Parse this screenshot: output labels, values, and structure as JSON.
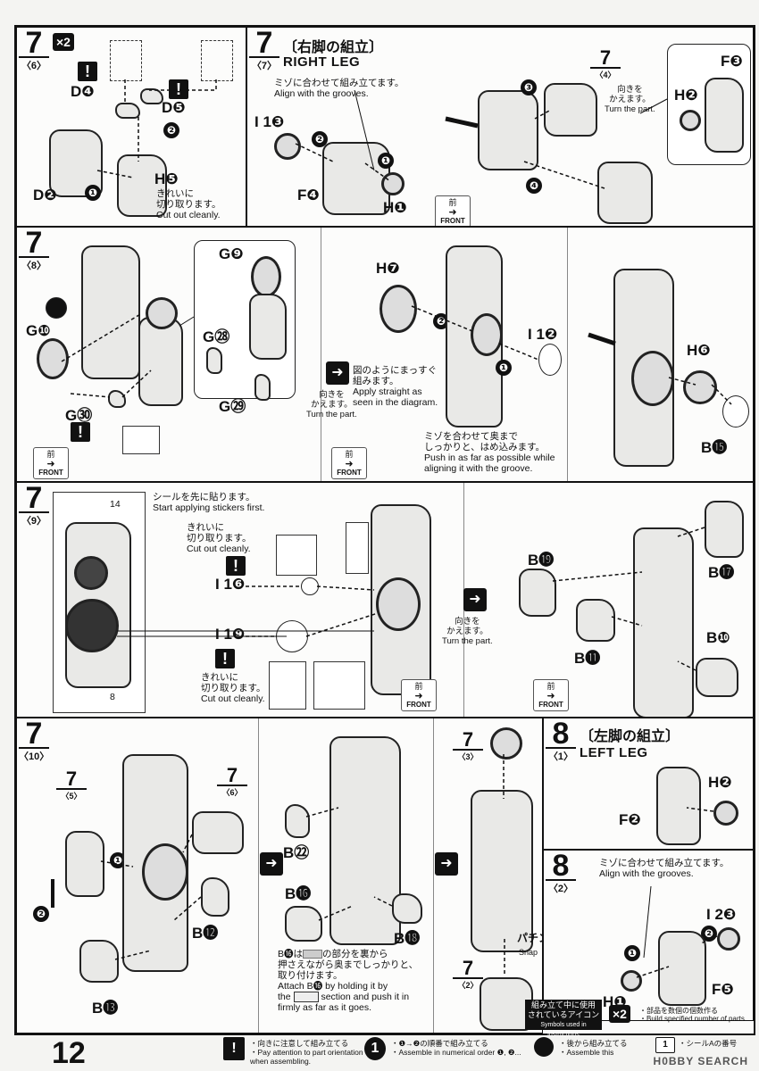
{
  "page_number": "12",
  "watermark": "H0BBY SEARCH",
  "marks": {
    "caution": "!",
    "snap_jp": "パチン",
    "snap_en": "Snap",
    "arrow_right": "➜"
  },
  "front": {
    "jp": "前",
    "en": "FRONT"
  },
  "turn": {
    "jp_line1": "向きを",
    "jp_line2": "かえます。",
    "en": "Turn the part."
  },
  "cut_clean": {
    "jp_line1": "きれいに",
    "jp_line2": "切り取ります。",
    "en": "Cut out cleanly."
  },
  "grooves": {
    "jp": "ミゾに合わせて組み立てます。",
    "en": "Align with the grooves."
  },
  "step7_6": {
    "num": "7",
    "sub": "〈6〉",
    "badge": "×2",
    "labels": {
      "d4": "D❹",
      "d5": "D❺",
      "h5": "H❺",
      "d2": "D❷"
    },
    "badges": {
      "one": "❶",
      "two": "❷"
    }
  },
  "step7_7": {
    "num": "7",
    "sub": "〈7〉",
    "title_jp": "〔右脚の組立〕",
    "title_en": "RIGHT LEG",
    "labels": {
      "i13": "I 1❸",
      "f4": "F❹",
      "h1": "H❶",
      "f3": "F❸",
      "h2": "H❷"
    },
    "ref_num": "7",
    "ref_sub": "〈4〉",
    "badges": {
      "one": "❶",
      "two": "❷",
      "three": "❸",
      "four": "❹"
    }
  },
  "step7_8": {
    "num": "7",
    "sub": "〈8〉",
    "labels": {
      "g9": "G❾",
      "g28": "G㉘",
      "g29": "G㉙",
      "g10": "G❿",
      "g30": "G㉚",
      "h7": "H❼",
      "i12": "I 1❷",
      "h6": "H❻",
      "b15": "B⓯"
    },
    "note_straight": {
      "jp_line1": "図のようにまっすぐ",
      "jp_line2": "組みます。",
      "en_line1": "Apply straight as",
      "en_line2": "seen in the diagram."
    },
    "note_push": {
      "jp_line1": "ミゾを合わせて奥まで",
      "jp_line2": "しっかりと、はめ込みます。",
      "en_line1": "Push in as far as possible while",
      "en_line2": "aligning it with the groove."
    },
    "badges": {
      "one": "❶",
      "two": "❷"
    }
  },
  "step7_9": {
    "num": "7",
    "sub": "〈9〉",
    "sticker_note": {
      "jp": "シールを先に貼ります。",
      "en": "Start applying stickers first."
    },
    "sticker_nums": {
      "a": "14",
      "b": "8"
    },
    "labels": {
      "i16": "I 1❻",
      "i19": "I 1❾",
      "b19": "B⓳",
      "b17": "B⓱",
      "b11": "B⓫",
      "b10": "B❿"
    }
  },
  "step7_10": {
    "num": "7",
    "sub": "〈10〉",
    "refs": {
      "r5_num": "7",
      "r5_sub": "〈5〉",
      "r6_num": "7",
      "r6_sub": "〈6〉",
      "r3_num": "7",
      "r3_sub": "〈3〉",
      "r2_num": "7",
      "r2_sub": "〈2〉"
    },
    "labels": {
      "b12": "B⓬",
      "b13": "B⓭",
      "b22": "B㉒",
      "b16": "B⓰",
      "b18": "B⓲"
    },
    "note_b16": {
      "jp_line1a": "B⓰は",
      "jp_line1b": "の部分を裏から",
      "jp_line2": "押さえながら奥までしっかりと、",
      "jp_line3": "取り付けます。",
      "en_line1": "Attach B⓰ by holding it by",
      "en_line2a": "the",
      "en_line2b": "section and push it in",
      "en_line3": "firmly as far as it goes."
    },
    "badges": {
      "one": "❶",
      "two": "❷"
    }
  },
  "step8_1": {
    "num": "8",
    "sub": "〈1〉",
    "title_jp": "〔左脚の組立〕",
    "title_en": "LEFT LEG",
    "labels": {
      "f2": "F❷",
      "h2": "H❷"
    }
  },
  "step8_2": {
    "num": "8",
    "sub": "〈2〉",
    "labels": {
      "i13": "I 2❸",
      "h1": "H❶",
      "f5": "F❺"
    },
    "badges": {
      "one": "❶",
      "two": "❷"
    }
  },
  "legend": {
    "title_line1": "組み立て中に使用",
    "title_line2": "されているアイコン",
    "title_en": "Symbols used in instructions",
    "x2_icon": "×2",
    "x2_jp": "・部品を数個の個数作る",
    "x2_en": "・Build specified number of parts."
  },
  "footer": {
    "attention_jp": "・向きに注意して組み立てる",
    "attention_en": "・Pay attention to part orientation",
    "attention_en2": "when assembling.",
    "order_icon": "1",
    "order_jp": "・❶→❷の順番で組み立てる",
    "order_en": "・Assemble in numerical order ❶, ❷...",
    "back_jp": "・後から組み立てる",
    "back_en": "・Assemble this",
    "sticker_icon": "1",
    "sticker_jp": "・シールAの番号"
  }
}
